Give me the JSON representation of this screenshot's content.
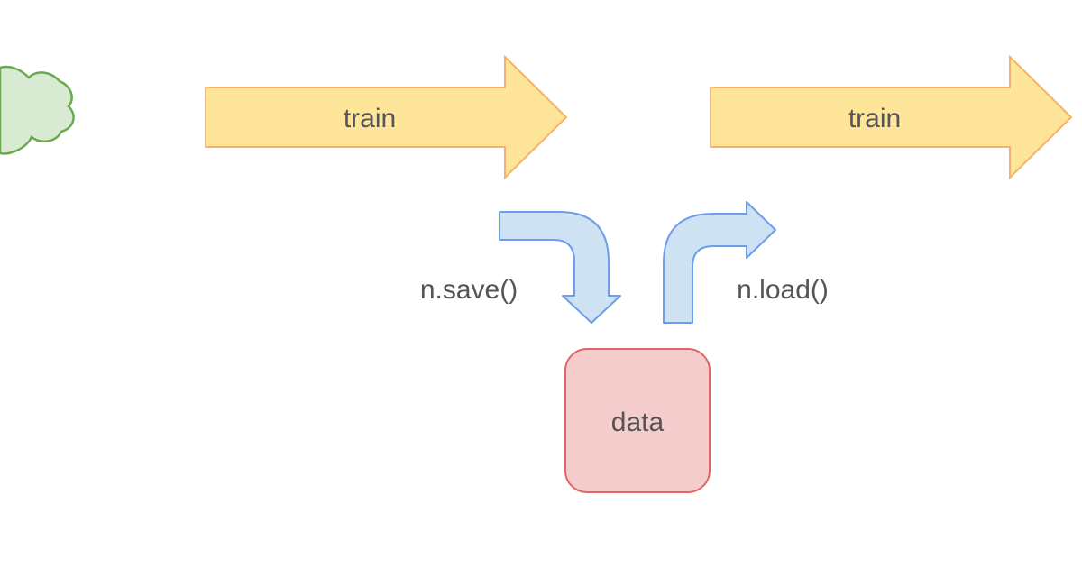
{
  "diagram": {
    "arrows": [
      {
        "label": "train"
      },
      {
        "label": "train"
      }
    ],
    "save_label": "n.save()",
    "load_label": "n.load()",
    "storage_label": "data"
  },
  "colors": {
    "train_arrow_fill": "#ffe599",
    "train_arrow_stroke": "#f6b26b",
    "io_arrow_fill": "#cfe2f3",
    "io_arrow_stroke": "#6d9eeb",
    "storage_fill": "#f4cccc",
    "storage_stroke": "#e06666",
    "cloud_fill": "#d9ead3",
    "cloud_stroke": "#6aa84f",
    "text": "#555555"
  }
}
